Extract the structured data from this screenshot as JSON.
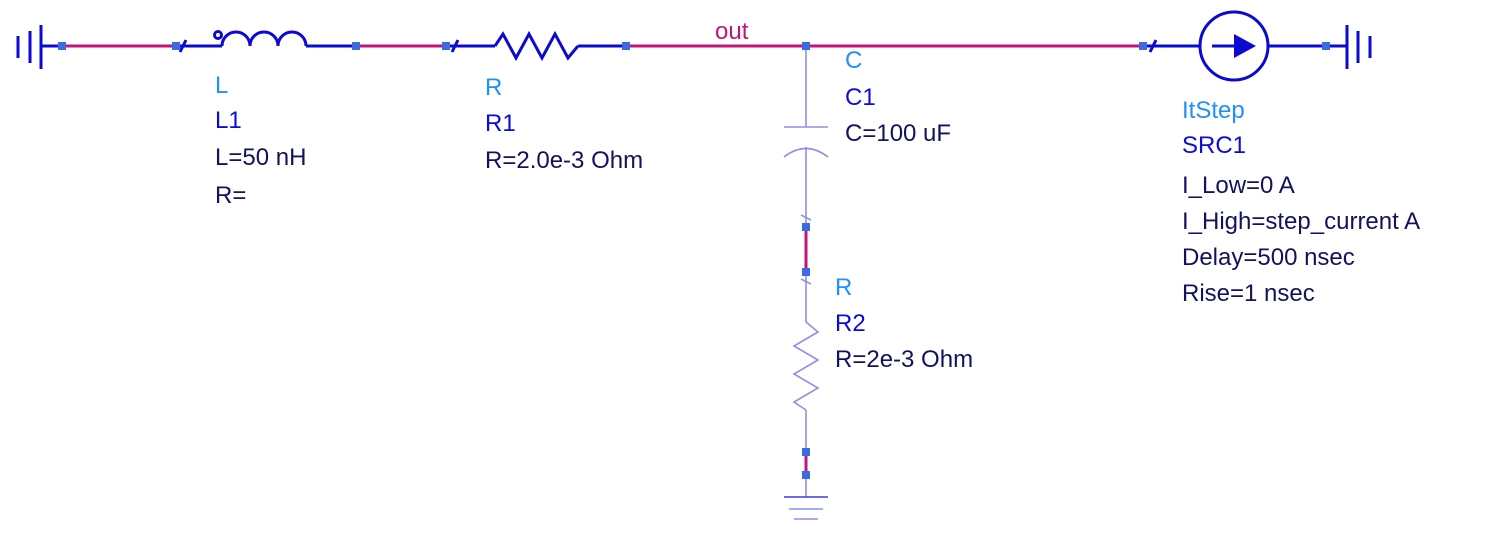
{
  "schematic": {
    "net_label": "out",
    "colors": {
      "wire": "#c0157a",
      "component": "#0a0ad0",
      "component_dim": "#8f8fe6",
      "pin": "#3c6be0",
      "type_text": "#1e90ff",
      "instance_text": "#0b0bdc",
      "param_text": "#12125f"
    },
    "components": {
      "L1": {
        "type": "L",
        "instance": "L1",
        "params": [
          "L=50 nH",
          "R="
        ]
      },
      "R1": {
        "type": "R",
        "instance": "R1",
        "params": [
          "R=2.0e-3 Ohm"
        ]
      },
      "C1": {
        "type": "C",
        "instance": "C1",
        "params": [
          "C=100 uF"
        ]
      },
      "R2": {
        "type": "R",
        "instance": "R2",
        "params": [
          "R=2e-3 Ohm"
        ]
      },
      "SRC1": {
        "type": "ItStep",
        "instance": "SRC1",
        "params": [
          "I_Low=0 A",
          "I_High=step_current A",
          "Delay=500 nsec",
          "Rise=1 nsec"
        ]
      }
    },
    "icons": [
      "ground-icon-left",
      "inductor-icon",
      "resistor-icon",
      "capacitor-icon",
      "resistor-icon-vertical",
      "ground-icon-bottom",
      "current-source-icon",
      "ground-icon-right"
    ]
  }
}
